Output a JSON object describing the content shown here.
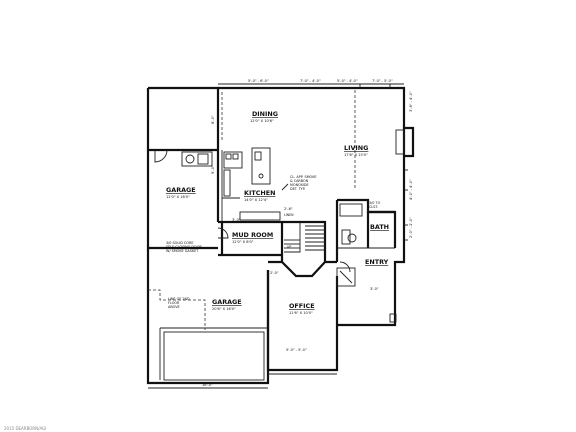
{
  "rooms": {
    "dining": {
      "name": "DINING",
      "size": "12'0\" X 10'6\""
    },
    "living": {
      "name": "LIVING",
      "size": "17'6\" X 15'0\""
    },
    "kitchen": {
      "name": "KITCHEN",
      "size": "14'0\" X 12'4\""
    },
    "garage_upper": {
      "name": "GARAGE",
      "size": "12'0\" X 18'0\""
    },
    "garage_lower": {
      "name": "GARAGE",
      "size": "20'6\" X 16'0\""
    },
    "mud_room": {
      "name": "MUD ROOM",
      "size": "12'0\" X 8'0\""
    },
    "bath": {
      "name": "BATH",
      "size": ""
    },
    "entry": {
      "name": "ENTRY",
      "size": ""
    },
    "office": {
      "name": "OFFICE",
      "size": "11'6\" X 10'0\""
    }
  },
  "notes": {
    "smoke_alarm": [
      "CL. APP. SMOKE",
      "& CARBON",
      "MONOXIDE",
      "DET. TYP."
    ],
    "fire_door": [
      "3/0 SOLID CORE",
      "SELF CLOSING DOOR",
      "W/ SMOKE GASKET"
    ],
    "floor_above": [
      "LINE OF 2ND",
      "FLOOR",
      "ABOVE"
    ],
    "closet": [
      "3/0 TO",
      "CLST."
    ],
    "stair_up": "UP",
    "linen": "LINEN"
  },
  "dimensions": {
    "top_1": "5'-0\" - 6'-0\"",
    "top_2": "7'-0\" - 4'-0\"",
    "top_3": "5'-0\" - 4'-0\"",
    "top_4": "7'-0\" - 5'-0\"",
    "left_1": "8'-0\"",
    "right_1": "3'-6\" - 4'-0\"",
    "right_2": "4'-0\" - 4'-0\"",
    "right_3": "2'-0\" - 2'-0\"",
    "garage_right": "9'-0\"",
    "mud_dim": "3'-0\"",
    "mud_dim2": "2'-6\"",
    "office_left": "2'-0\"",
    "office_bottom": "5'-0\" - 5'-0\"",
    "entry_bottom": "3'-0\"",
    "garage_bottom": "16'-0\""
  },
  "watermark": "2015 DEARBORN/AGI"
}
